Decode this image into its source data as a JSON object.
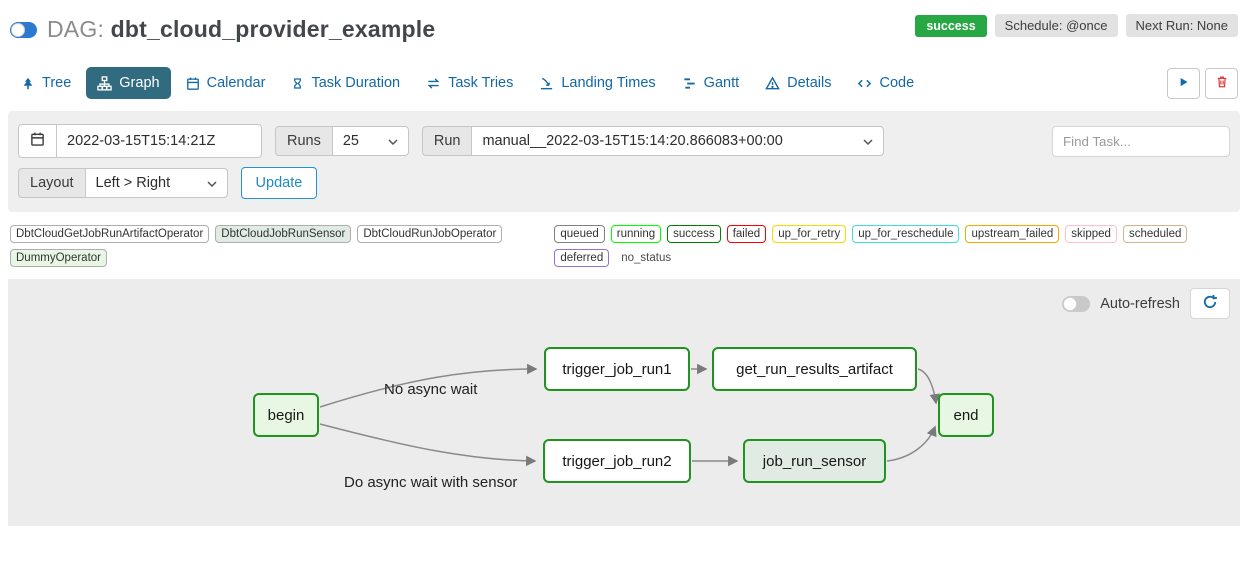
{
  "header": {
    "toggle_on": true,
    "dag_prefix": "DAG:",
    "dag_title": "dbt_cloud_provider_example",
    "badges": {
      "status": "success",
      "schedule": "Schedule: @once",
      "next_run": "Next Run: None"
    }
  },
  "tabs": [
    {
      "label": "Tree",
      "icon": "tree-icon",
      "active": false
    },
    {
      "label": "Graph",
      "icon": "graph-icon",
      "active": true
    },
    {
      "label": "Calendar",
      "icon": "calendar-icon",
      "active": false
    },
    {
      "label": "Task Duration",
      "icon": "hourglass-icon",
      "active": false
    },
    {
      "label": "Task Tries",
      "icon": "repeat-icon",
      "active": false
    },
    {
      "label": "Landing Times",
      "icon": "landing-times-icon",
      "active": false
    },
    {
      "label": "Gantt",
      "icon": "gantt-icon",
      "active": false
    },
    {
      "label": "Details",
      "icon": "warning-triangle-icon",
      "active": false
    },
    {
      "label": "Code",
      "icon": "code-icon",
      "active": false
    }
  ],
  "filters": {
    "base_date": "2022-03-15T15:14:21Z",
    "runs_label": "Runs",
    "runs_value": "25",
    "run_label": "Run",
    "run_value": "manual__2022-03-15T15:14:20.866083+00:00",
    "find_task_placeholder": "Find Task...",
    "layout_label": "Layout",
    "layout_value": "Left > Right",
    "update_label": "Update"
  },
  "legend": {
    "operators": [
      {
        "label": "DbtCloudGetJobRunArtifactOperator",
        "bg": "#ffffff"
      },
      {
        "label": "DbtCloudJobRunSensor",
        "bg": "#e0ebe3"
      },
      {
        "label": "DbtCloudRunJobOperator",
        "bg": "#ffffff"
      },
      {
        "label": "DummyOperator",
        "bg": "#e8f7e4"
      }
    ],
    "statuses": [
      {
        "label": "queued",
        "color": "#808080"
      },
      {
        "label": "running",
        "color": "#00ff00"
      },
      {
        "label": "success",
        "color": "#008000"
      },
      {
        "label": "failed",
        "color": "#ff0000"
      },
      {
        "label": "up_for_retry",
        "color": "#ffd700"
      },
      {
        "label": "up_for_reschedule",
        "color": "#40e0d0"
      },
      {
        "label": "upstream_failed",
        "color": "#ffa500"
      },
      {
        "label": "skipped",
        "color": "#ffc0cb"
      },
      {
        "label": "scheduled",
        "color": "#d2b48c"
      },
      {
        "label": "deferred",
        "color": "#9370db"
      }
    ],
    "no_status_label": "no_status"
  },
  "graph": {
    "auto_refresh_label": "Auto-refresh",
    "auto_refresh_on": false,
    "edge_labels": [
      {
        "text": "No async wait"
      },
      {
        "text": "Do async wait with sensor"
      }
    ],
    "nodes": [
      {
        "id": "begin",
        "label": "begin",
        "fill": "#e8f7e4",
        "border": "#1f941f"
      },
      {
        "id": "trigger_job_run1",
        "label": "trigger_job_run1",
        "fill": "#ffffff",
        "border": "#1f941f"
      },
      {
        "id": "get_run_results_artifact",
        "label": "get_run_results_artifact",
        "fill": "#ffffff",
        "border": "#1f941f"
      },
      {
        "id": "trigger_job_run2",
        "label": "trigger_job_run2",
        "fill": "#ffffff",
        "border": "#1f941f"
      },
      {
        "id": "job_run_sensor",
        "label": "job_run_sensor",
        "fill": "#e0ebe3",
        "border": "#1f941f"
      },
      {
        "id": "end",
        "label": "end",
        "fill": "#e8f7e4",
        "border": "#1f941f"
      }
    ]
  },
  "colors": {
    "accent_blue": "#1368a6",
    "active_tab_bg": "#306b80",
    "success_green": "#28a745",
    "badge_gray": "#e2e2e2",
    "toggle_blue": "#2b7ad0",
    "node_border": "#1f941f",
    "edge_gray": "#8a8a8a",
    "panel_gray": "#efefef",
    "graph_bg": "#ececec"
  }
}
